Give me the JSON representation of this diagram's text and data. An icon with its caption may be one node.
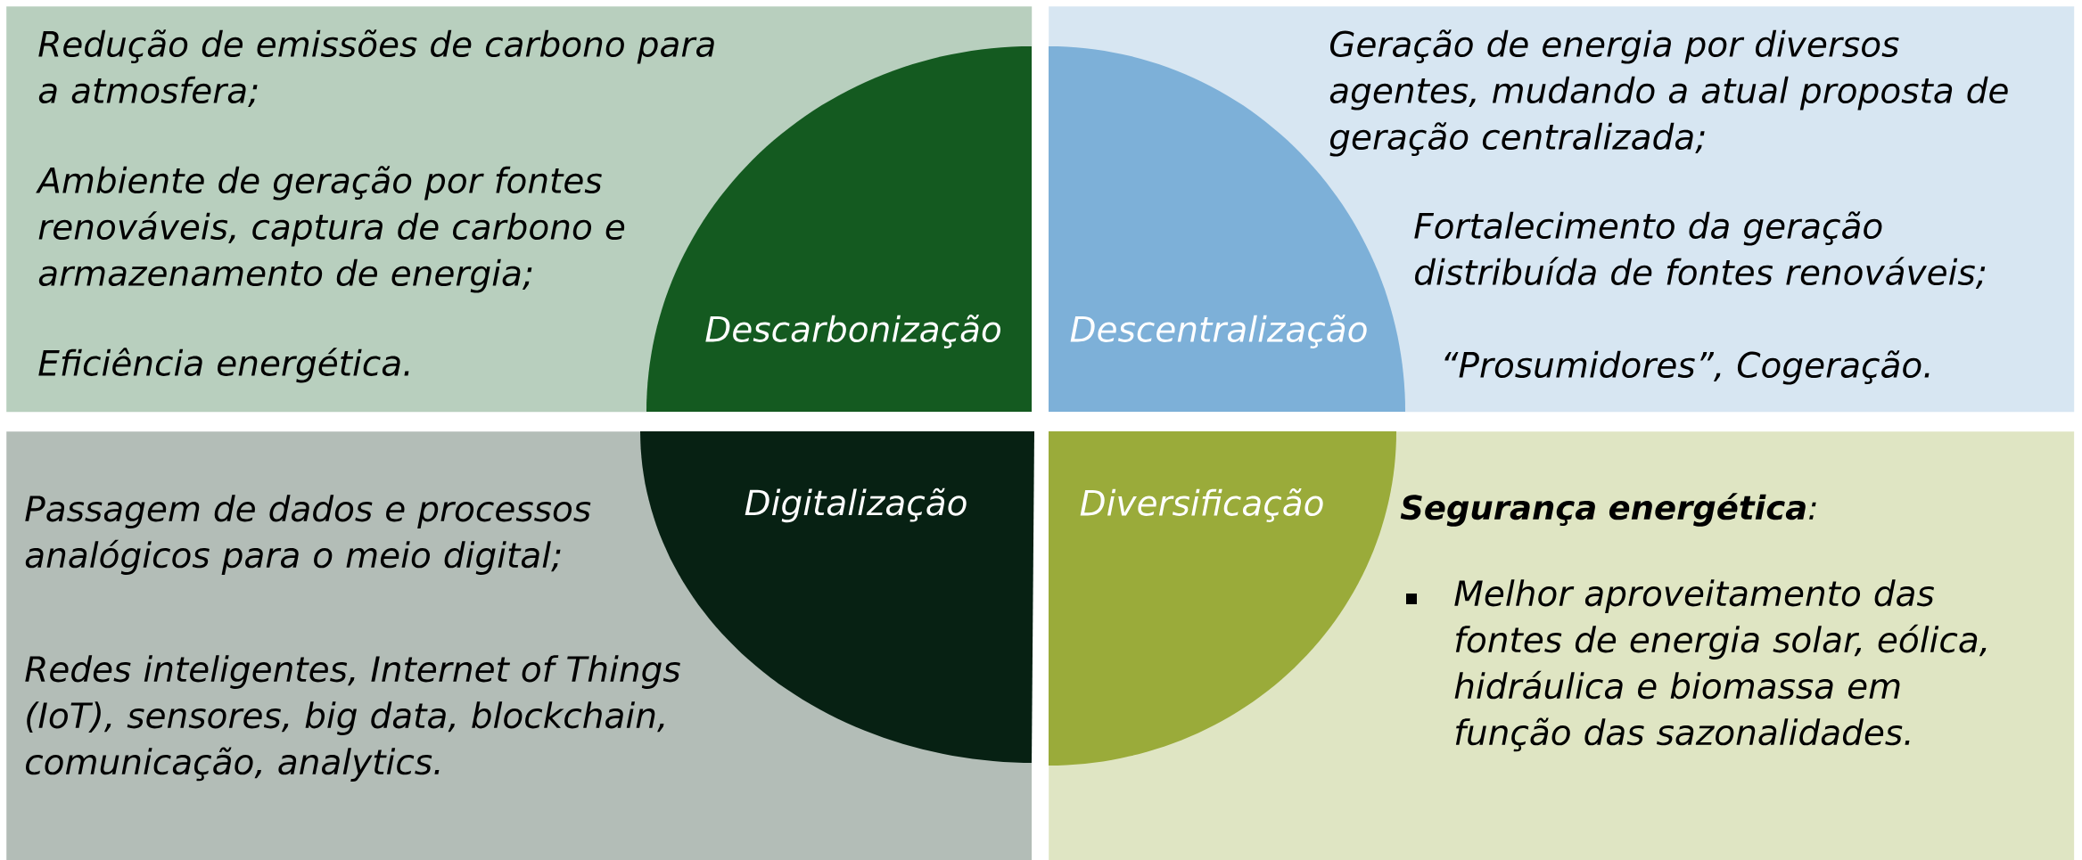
{
  "diagram": {
    "nodes": [
      {
        "text": [
          "Redução de emissões de carbono para a atmosfera;",
          "Ambiente de geração por fontes renováveis, captura de carbono e armazenamento de energia;",
          "Eficiência energética."
        ]
      },
      {
        "text": [
          "Descarbonização"
        ],
        "in": 0
      },
      {
        "text": [
          "Geração de energia por diversos agentes, mudando a atual proposta de geração centralizada;",
          "Fortalecimento da geração distribuída de fontes renováveis;",
          "“Prosumidores”, Cogeração."
        ]
      },
      {
        "text": [
          "Descentralização"
        ],
        "in": 2
      },
      {
        "text": [
          "Passagem de dados e processos analógicos para o meio digital;",
          "Redes inteligentes, Internet of Things (IoT), sensores, big data, blockchain, comunicação, analytics."
        ]
      },
      {
        "text": [
          "Digitalização"
        ],
        "in": 4
      },
      {
        "text": [
          "**Segurança energética**:",
          "Melhor aproveitamento das fontes de energia solar, eólica, hidráulica e biomassa em função das sazonalidades."
        ]
      },
      {
        "text": [
          "Diversificação"
        ],
        "in": 6
      }
    ]
  }
}
